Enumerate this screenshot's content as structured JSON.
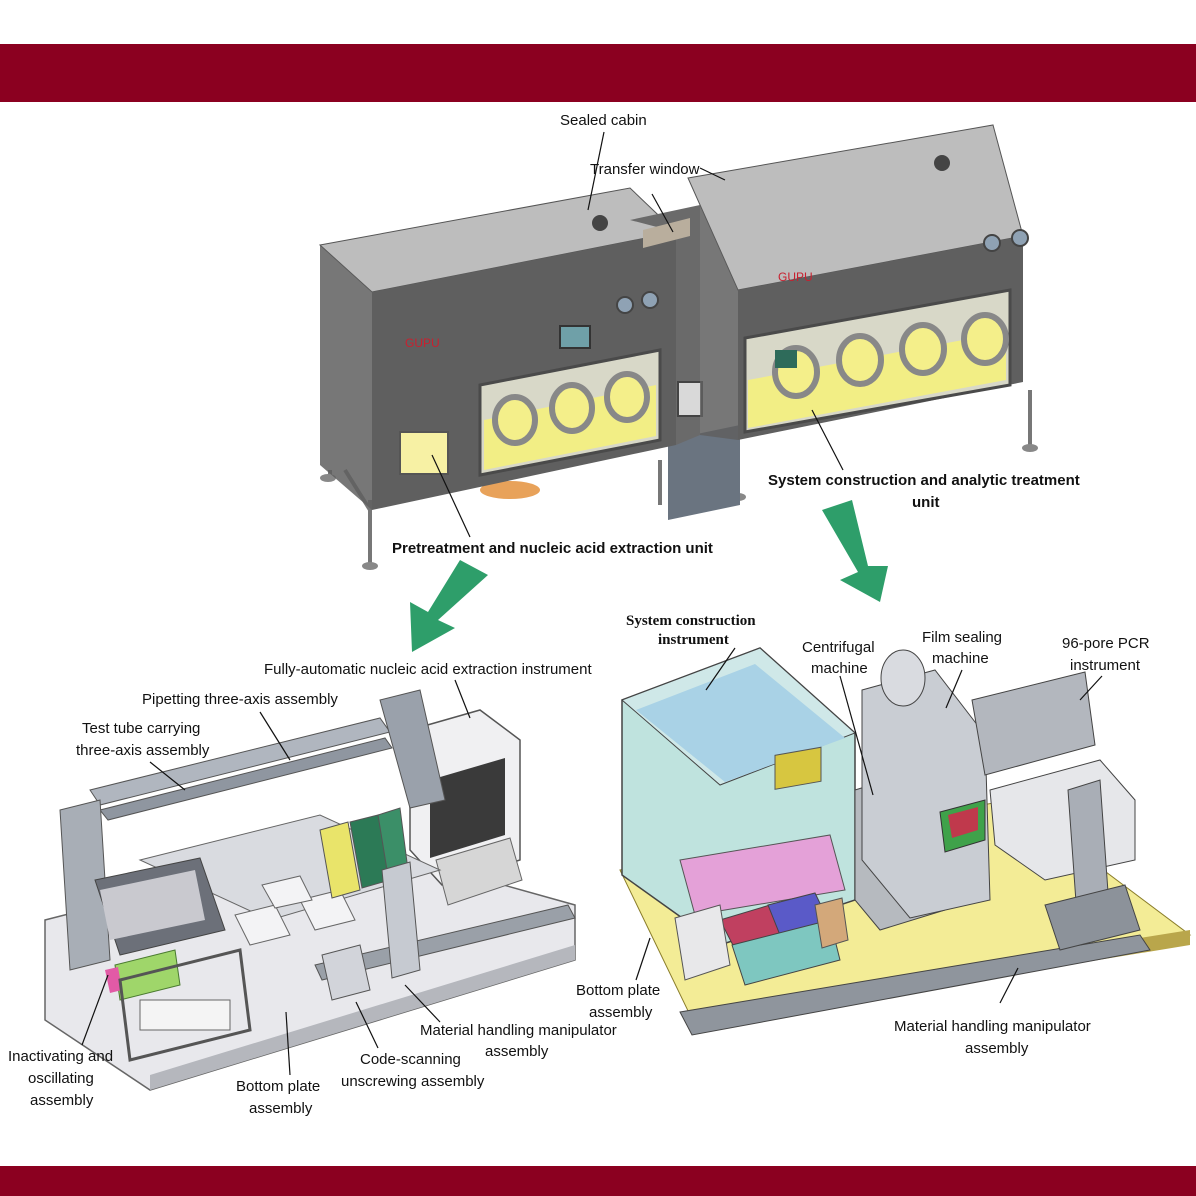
{
  "colors": {
    "band": "#8b0020",
    "cabinet": "#5f5f5f",
    "cabinet_top": "#bdbdbd",
    "glove_glass": "#f2ee85",
    "arrow_green": "#2e9e6a",
    "base_yellow": "#f3ec96",
    "brand": "#c8202f"
  },
  "top_unit": {
    "brand_left": "GUPU",
    "brand_right": "GUPU",
    "labels": {
      "sealed_cabin": "Sealed cabin",
      "transfer_window": "Transfer window",
      "system_unit_line1": "System construction and analytic treatment",
      "system_unit_line2": "unit",
      "pretreatment_unit": "Pretreatment and nucleic acid extraction unit"
    }
  },
  "left_instrument": {
    "labels": {
      "fully_automatic": "Fully-automatic nucleic acid extraction instrument",
      "pipetting": "Pipetting three-axis assembly",
      "test_tube_line1": "Test tube carrying",
      "test_tube_line2": "three-axis assembly",
      "inactivating_line1": "Inactivating and",
      "inactivating_line2": "oscillating",
      "inactivating_line3": "assembly",
      "bottom_plate_line1": "Bottom plate",
      "bottom_plate_line2": "assembly",
      "code_scanning_line1": "Code-scanning",
      "code_scanning_line2": "unscrewing assembly",
      "material_line1": "Material handling manipulator",
      "material_line2": "assembly"
    }
  },
  "right_instrument": {
    "labels": {
      "system_construction_line1": "System construction",
      "system_construction_line2": "instrument",
      "centrifugal_line1": "Centrifugal",
      "centrifugal_line2": "machine",
      "film_sealing_line1": "Film sealing",
      "film_sealing_line2": "machine",
      "pcr_line1": "96-pore PCR",
      "pcr_line2": "instrument",
      "bottom_plate_line1": "Bottom plate",
      "bottom_plate_line2": "assembly",
      "material_line1": "Material handling manipulator",
      "material_line2": "assembly"
    }
  }
}
